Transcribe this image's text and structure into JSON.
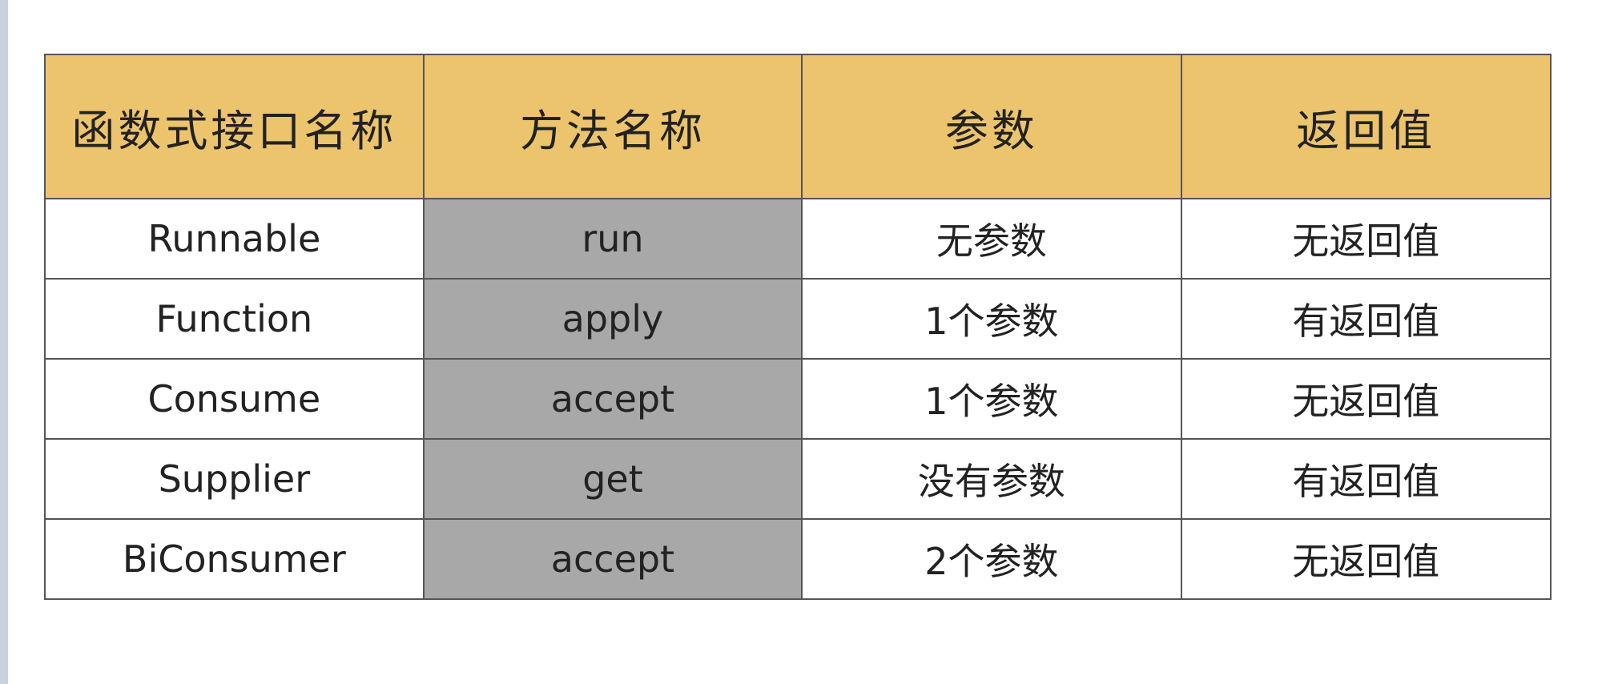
{
  "table": {
    "headers": [
      "函数式接口名称",
      "方法名称",
      "参数",
      "返回值"
    ],
    "rows": [
      [
        "Runnable",
        "run",
        "无参数",
        "无返回值"
      ],
      [
        "Function",
        "apply",
        "1个参数",
        "有返回值"
      ],
      [
        "Consume",
        "accept",
        "1个参数",
        "无返回值"
      ],
      [
        "Supplier",
        "get",
        "没有参数",
        "有返回值"
      ],
      [
        "BiConsumer",
        "accept",
        "2个参数",
        "无返回值"
      ]
    ]
  },
  "colors": {
    "header": "#ecc46e",
    "method_column": "#a8a8a8",
    "border": "#555555"
  }
}
